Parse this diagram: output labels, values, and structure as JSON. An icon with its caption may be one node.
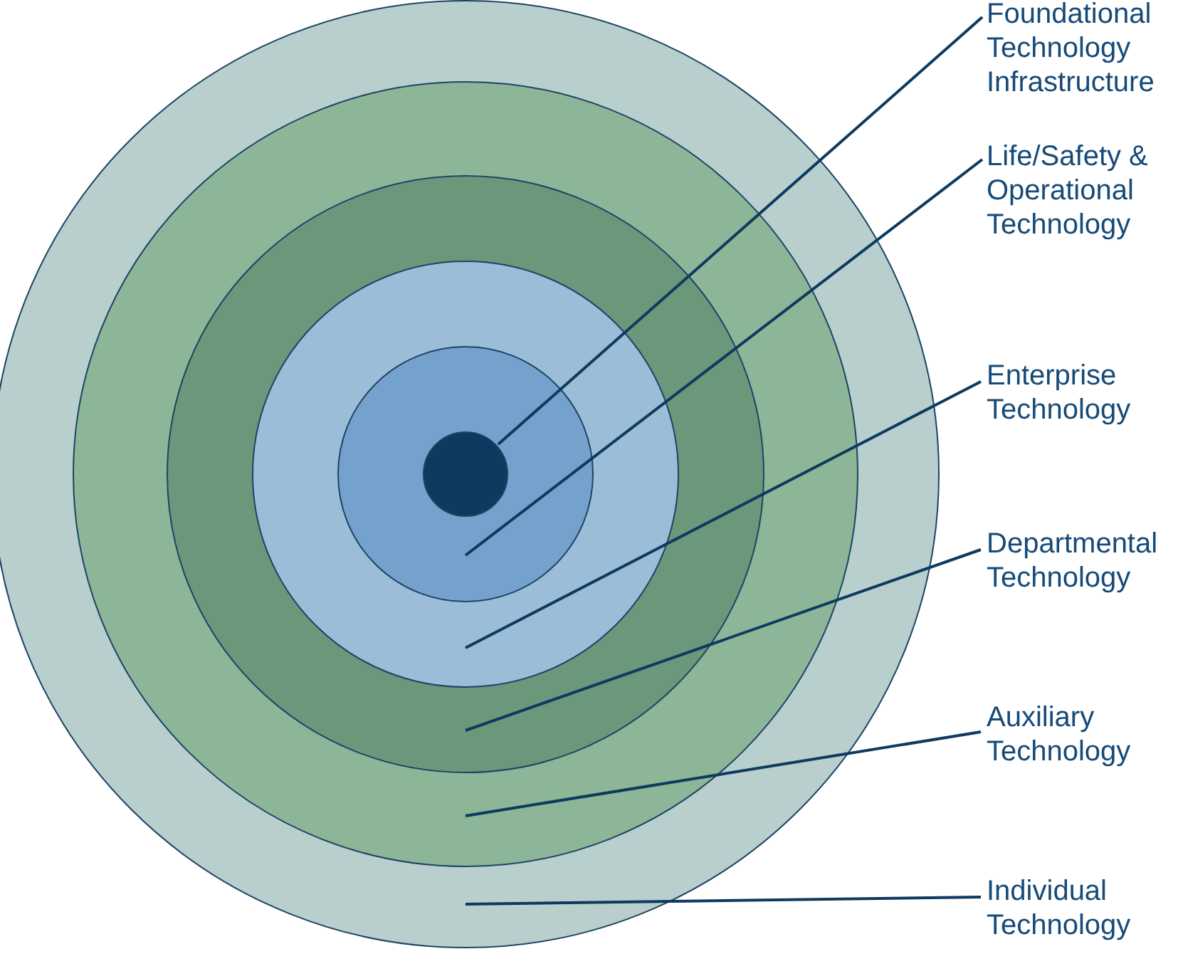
{
  "diagram": {
    "nodes": [
      {
        "text": [
          "Foundational Technology Infrastructure"
        ]
      },
      {
        "text": [
          "Life/Safety & Operational Technology"
        ]
      },
      {
        "text": [
          "Enterprise Technology"
        ]
      },
      {
        "text": [
          "Departmental Technology"
        ]
      },
      {
        "text": [
          "Auxiliary Technology"
        ]
      },
      {
        "text": [
          "Individual Technology"
        ]
      },
      {
        "text": [],
        "shape": "circle"
      },
      {
        "text": [],
        "shape": "circle",
        "in": 6
      },
      {
        "text": [],
        "shape": "circle",
        "in": 7
      },
      {
        "text": [],
        "shape": "circle",
        "in": 8
      },
      {
        "text": [],
        "shape": "circle",
        "in": 9
      },
      {
        "text": [],
        "shape": "circle",
        "in": 10
      }
    ],
    "edges": [
      {
        "from": 0,
        "to": 11,
        "arrow": "none"
      },
      {
        "from": 1,
        "to": 10,
        "arrow": "none"
      },
      {
        "from": 2,
        "to": 9,
        "arrow": "none"
      },
      {
        "from": 3,
        "to": 8,
        "arrow": "none"
      },
      {
        "from": 4,
        "to": 7,
        "arrow": "none"
      },
      {
        "from": 5,
        "to": 6,
        "arrow": "none"
      }
    ]
  }
}
